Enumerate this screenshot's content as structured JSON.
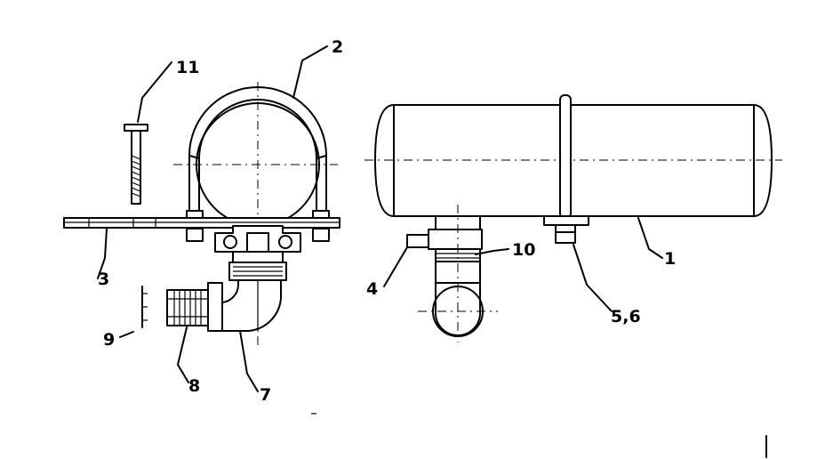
{
  "callouts": {
    "c1": "1",
    "c2": "2",
    "c3": "3",
    "c4": "4",
    "c56": "5,6",
    "c7": "7",
    "c8": "8",
    "c9": "9",
    "c10": "10",
    "c11": "11"
  }
}
